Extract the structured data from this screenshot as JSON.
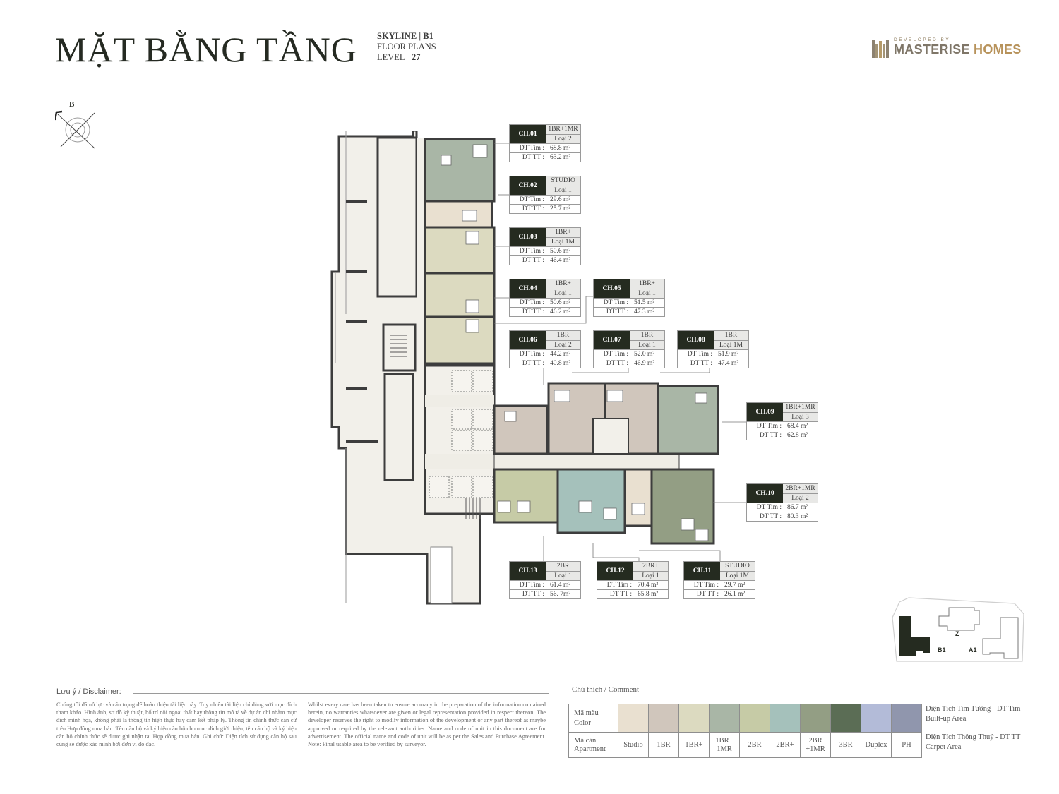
{
  "header": {
    "title": "MẶT BẰNG TẦNG",
    "project_line": "SKYLINE | B1",
    "subtitle": "FLOOR PLANS",
    "level_label": "LEVEL",
    "level_value": "27",
    "logo_developed_by": "DEVELOPED BY",
    "logo_name_1": "MASTERISE",
    "logo_name_2": " HOMES"
  },
  "compass": {
    "label": "B",
    "icon": "north-arrow-compass-icon"
  },
  "units": [
    {
      "code": "CH.01",
      "type": "1BR+1MR",
      "variant": "Loại 2",
      "tim_label": "DT Tim :",
      "tim": "68.8 m²",
      "tt_label": "DT TT :",
      "tt": "63.2 m²"
    },
    {
      "code": "CH.02",
      "type": "STUDIO",
      "variant": "Loại 1",
      "tim_label": "DT Tim :",
      "tim": "29.6 m²",
      "tt_label": "DT TT :",
      "tt": "25.7 m²"
    },
    {
      "code": "CH.03",
      "type": "1BR+",
      "variant": "Loại 1M",
      "tim_label": "DT Tim :",
      "tim": "50.6 m²",
      "tt_label": "DT TT :",
      "tt": "46.4 m²"
    },
    {
      "code": "CH.04",
      "type": "1BR+",
      "variant": "Loại 1",
      "tim_label": "DT Tim :",
      "tim": "50.6 m²",
      "tt_label": "DT TT :",
      "tt": "46.2 m²"
    },
    {
      "code": "CH.05",
      "type": "1BR+",
      "variant": "Loại 1",
      "tim_label": "DT Tim :",
      "tim": "51.5 m²",
      "tt_label": "DT TT :",
      "tt": "47.3 m²"
    },
    {
      "code": "CH.06",
      "type": "1BR",
      "variant": "Loại 2",
      "tim_label": "DT Tim :",
      "tim": "44.2 m²",
      "tt_label": "DT TT :",
      "tt": "40.8 m²"
    },
    {
      "code": "CH.07",
      "type": "1BR",
      "variant": "Loại 1",
      "tim_label": "DT Tim :",
      "tim": "52.0 m²",
      "tt_label": "DT TT :",
      "tt": "46.9 m²"
    },
    {
      "code": "CH.08",
      "type": "1BR",
      "variant": "Loại 1M",
      "tim_label": "DT Tim :",
      "tim": "51.9 m²",
      "tt_label": "DT TT :",
      "tt": "47.4 m²"
    },
    {
      "code": "CH.09",
      "type": "1BR+1MR",
      "variant": "Loại 3",
      "tim_label": "DT Tim :",
      "tim": "68.4 m²",
      "tt_label": "DT TT :",
      "tt": "62.8 m²"
    },
    {
      "code": "CH.10",
      "type": "2BR+1MR",
      "variant": "Loại 2",
      "tim_label": "DT Tim :",
      "tim": "86.7 m²",
      "tt_label": "DT TT :",
      "tt": "80.3 m²"
    },
    {
      "code": "CH.11",
      "type": "STUDIO",
      "variant": "Loại 1M",
      "tim_label": "DT Tim :",
      "tim": "29.7 m²",
      "tt_label": "DT TT :",
      "tt": "26.1 m²"
    },
    {
      "code": "CH.12",
      "type": "2BR+",
      "variant": "Loại 1",
      "tim_label": "DT Tim :",
      "tim": "70.4 m²",
      "tt_label": "DT TT :",
      "tt": "65.8 m²"
    },
    {
      "code": "CH.13",
      "type": "2BR",
      "variant": "Loại 1",
      "tim_label": "DT Tim :",
      "tim": "61.4 m²",
      "tt_label": "DT TT :",
      "tt": "56. 7m²"
    }
  ],
  "keyplan": {
    "labels": [
      "Z",
      "B1",
      "A1"
    ],
    "highlighted": "B1"
  },
  "disclaimer": {
    "heading": "Lưu ý / Disclaimer:",
    "vi": "Chúng tôi đã nỗ lực và cẩn trọng để hoàn thiện tài liệu này. Tuy nhiên tài liệu chỉ dùng với mục đích tham khảo. Hình ảnh, sơ đồ kỹ thuật, bố trí nội ngoại thất hay thông tin mô tả về dự án chỉ nhằm mục đích minh họa, không phải là thông tin hiện thực hay cam kết pháp lý. Thông tin chính thức căn cứ trên Hợp đồng mua bán. Tên căn hộ và ký hiệu căn hộ cho mục đích giới thiệu, tên căn hộ và ký hiệu căn hộ chính thức sẽ được ghi nhận tại Hợp đồng mua bán. Ghi chú: Diện tích sử dụng căn hộ sau cùng sẽ được xác minh bởi đơn vị đo đạc.",
    "en": "Whilst every care has been taken to ensure accuracy in the preparation of the information contained herein, no warranties whatsoever are given or legal representation provided in respect thereon. The developer reserves the right to modify information of the development or any part thereof as maybe approved or required by the relevant authorities. Name and code of unit in this document are for advertisement. The official name and code of unit will be as per the Sales and Purchase Agreement. Note: Final usable area to be verified by surveyor."
  },
  "comment": {
    "heading": "Chú thích / Comment",
    "color_row_label_1": "Mã màu",
    "color_row_label_2": "Color",
    "apt_row_label_1": "Mã căn",
    "apt_row_label_2": "Apartment",
    "legend": [
      {
        "label": "Studio",
        "color": "#e9e0d0"
      },
      {
        "label": "1BR",
        "color": "#d0c6bc"
      },
      {
        "label": "1BR+",
        "color": "#dcdac0"
      },
      {
        "label": "1BR+\n1MR",
        "color": "#a9b6a6"
      },
      {
        "label": "2BR",
        "color": "#c6cba6"
      },
      {
        "label": "2BR+",
        "color": "#a5c1bb"
      },
      {
        "label": "2BR\n+1MR",
        "color": "#939e84"
      },
      {
        "label": "3BR",
        "color": "#5b6d55"
      },
      {
        "label": "Duplex",
        "color": "#b3bbd8"
      },
      {
        "label": "PH",
        "color": "#9096ad"
      }
    ],
    "note_tim_1": "Diện Tích Tim Tường - DT Tim",
    "note_tim_2": "Built-up Area",
    "note_tt_1": "Diện Tích Thông Thuỷ - DT TT",
    "note_tt_2": "Carpet Area"
  },
  "colors": {
    "dark_green": "#252b20",
    "corridor": "#f2f0ea",
    "wall": "#3d3d3d"
  }
}
